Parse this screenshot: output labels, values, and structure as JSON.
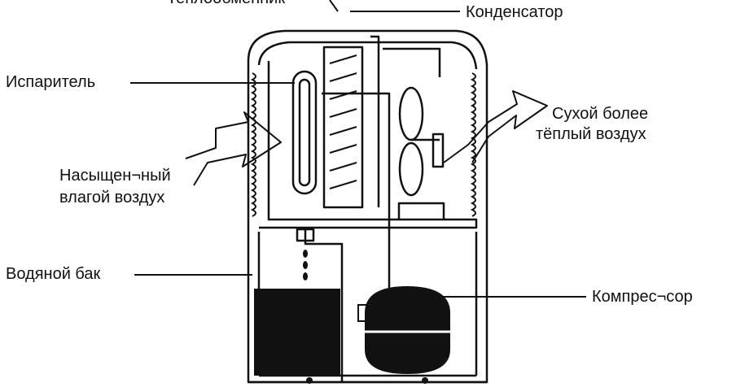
{
  "labels": {
    "top_cut": "Теплообменник",
    "condenser": "Конденсатор",
    "evaporator": "Испаритель",
    "dry_air_1": "Сухой более",
    "dry_air_2": "тёплый воздух",
    "humid_air_1": "Насыщен¬ный",
    "humid_air_2": "влагой воздух",
    "water_tank": "Водяной бак",
    "compressor": "Компрес¬сор"
  },
  "colors": {
    "ink": "#111111",
    "background": "#ffffff"
  }
}
